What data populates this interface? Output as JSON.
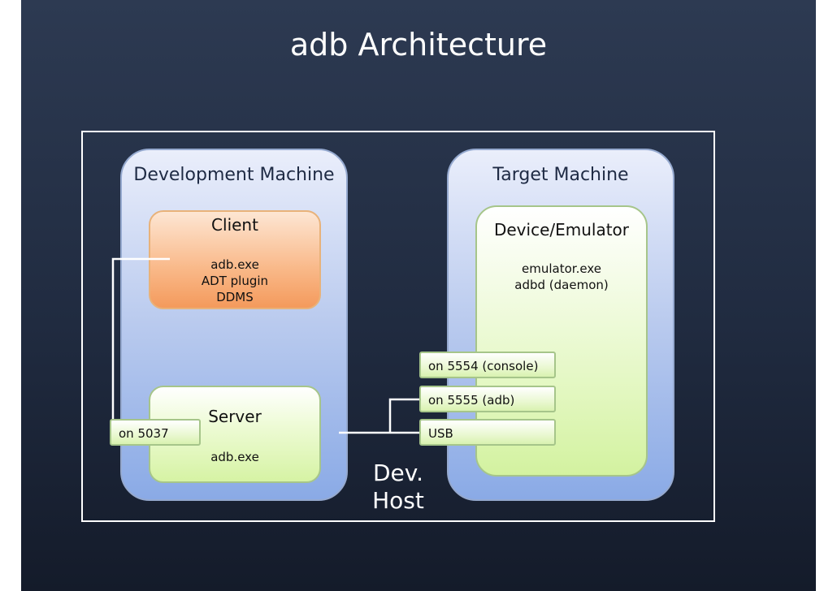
{
  "title": "adb Architecture",
  "development_machine": {
    "title": "Development Machine",
    "client": {
      "title": "Client",
      "lines": [
        "adb.exe",
        "ADT plugin",
        "DDMS"
      ]
    },
    "server": {
      "title": "Server",
      "lines": [
        "adb.exe"
      ],
      "port": "on 5037"
    }
  },
  "target_machine": {
    "title": "Target Machine",
    "device": {
      "title": "Device/Emulator",
      "lines": [
        "emulator.exe",
        "adbd (daemon)"
      ],
      "ports": [
        "on 5554 (console)",
        "on 5555 (adb)",
        "USB"
      ]
    }
  },
  "host_label": [
    "Dev.",
    "Host"
  ],
  "colors": {
    "background": "#202b40",
    "client_fill": "#f9b888",
    "server_fill": "#d6f3a4",
    "machine_fill": "#b9caee",
    "wire": "#ffffff"
  }
}
